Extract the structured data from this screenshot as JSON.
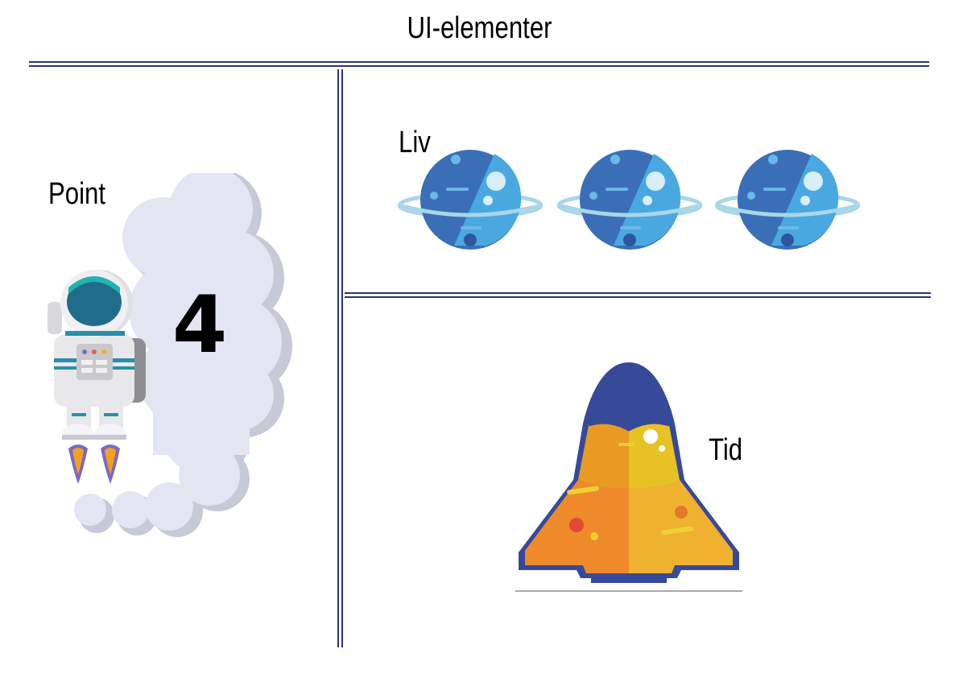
{
  "header": {
    "title": "UI-elementer"
  },
  "score_panel": {
    "label": "Point",
    "value": "4",
    "icon": "astronaut-icon"
  },
  "lives_panel": {
    "label": "Liv",
    "lives": 3,
    "icon": "planet-icon"
  },
  "time_panel": {
    "label": "Tid",
    "icon": "rocket-icon"
  },
  "colors": {
    "divider": "#2c3470",
    "planet": "#3b8fd4",
    "rocket_nose": "#374a9a",
    "rocket_body": "#f0a024",
    "smoke": "#e3e5f2"
  }
}
